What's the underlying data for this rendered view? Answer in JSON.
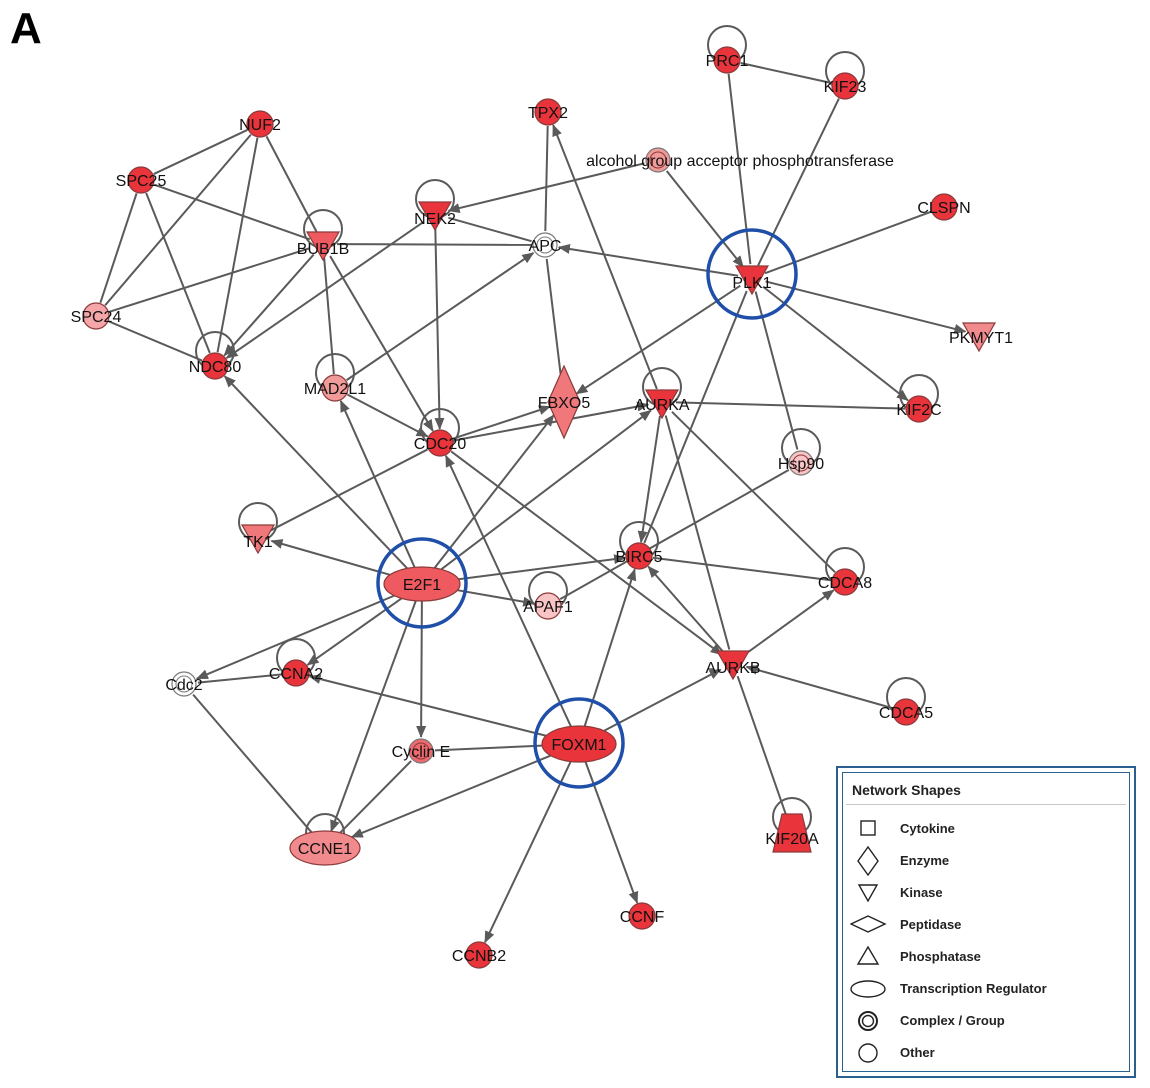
{
  "panel_label": "A",
  "nodes": [
    {
      "id": "PRC1",
      "label": "PRC1",
      "shape": "circle",
      "color": "#e8343a",
      "selfloop": true
    },
    {
      "id": "KIF23",
      "label": "KIF23",
      "shape": "circle",
      "color": "#e8343a",
      "selfloop": true
    },
    {
      "id": "TPX2",
      "label": "TPX2",
      "shape": "circle",
      "color": "#e8343a",
      "selfloop": false
    },
    {
      "id": "NUF2",
      "label": "NUF2",
      "shape": "circle",
      "color": "#e8343a",
      "selfloop": false
    },
    {
      "id": "SPC25",
      "label": "SPC25",
      "shape": "circle",
      "color": "#e8343a",
      "selfloop": false
    },
    {
      "id": "AGAP",
      "label": "alcohol group acceptor phosphotransferase",
      "shape": "complex",
      "color": "#f19a9a",
      "selfloop": false
    },
    {
      "id": "NEK2",
      "label": "NEK2",
      "shape": "kinase",
      "color": "#e8343a",
      "selfloop": true
    },
    {
      "id": "BUB1B",
      "label": "BUB1B",
      "shape": "kinase",
      "color": "#ee5a5f",
      "selfloop": true
    },
    {
      "id": "APC",
      "label": "APC",
      "shape": "complex",
      "color": "#ffffff",
      "selfloop": false
    },
    {
      "id": "PLK1",
      "label": "PLK1",
      "shape": "kinase",
      "color": "#e8343a",
      "selfloop": false,
      "highlight": true
    },
    {
      "id": "CLSPN",
      "label": "CLSPN",
      "shape": "circle",
      "color": "#e8343a",
      "selfloop": false
    },
    {
      "id": "SPC24",
      "label": "SPC24",
      "shape": "circle",
      "color": "#f4a6a8",
      "selfloop": false
    },
    {
      "id": "PKMYT1",
      "label": "PKMYT1",
      "shape": "kinase",
      "color": "#f08a8d",
      "selfloop": false
    },
    {
      "id": "NDC80",
      "label": "NDC80",
      "shape": "circle",
      "color": "#e8343a",
      "selfloop": true
    },
    {
      "id": "MAD2L1",
      "label": "MAD2L1",
      "shape": "circle",
      "color": "#f19a9a",
      "selfloop": true
    },
    {
      "id": "FBXO5",
      "label": "FBXO5",
      "shape": "enzyme",
      "color": "#f0787b",
      "selfloop": false
    },
    {
      "id": "AURKA",
      "label": "AURKA",
      "shape": "kinase",
      "color": "#e8343a",
      "selfloop": true
    },
    {
      "id": "KIF2C",
      "label": "KIF2C",
      "shape": "circle",
      "color": "#e8343a",
      "selfloop": true
    },
    {
      "id": "CDC20",
      "label": "CDC20",
      "shape": "circle",
      "color": "#e8343a",
      "selfloop": true
    },
    {
      "id": "Hsp90",
      "label": "Hsp90",
      "shape": "complex",
      "color": "#f8c4c6",
      "selfloop": true
    },
    {
      "id": "TK1",
      "label": "TK1",
      "shape": "kinase",
      "color": "#f0787b",
      "selfloop": true
    },
    {
      "id": "E2F1",
      "label": "E2F1",
      "shape": "ellipse",
      "color": "#ee5a5f",
      "selfloop": false,
      "highlight": true
    },
    {
      "id": "BIRC5",
      "label": "BIRC5",
      "shape": "circle",
      "color": "#e8343a",
      "selfloop": true
    },
    {
      "id": "APAF1",
      "label": "APAF1",
      "shape": "circle",
      "color": "#f8c4c6",
      "selfloop": true
    },
    {
      "id": "CDCA8",
      "label": "CDCA8",
      "shape": "circle",
      "color": "#e8343a",
      "selfloop": true
    },
    {
      "id": "Cdc2",
      "label": "Cdc2",
      "shape": "complex",
      "color": "#ffffff",
      "selfloop": false
    },
    {
      "id": "CCNA2",
      "label": "CCNA2",
      "shape": "circle",
      "color": "#e8343a",
      "selfloop": true
    },
    {
      "id": "AURKB",
      "label": "AURKB",
      "shape": "kinase",
      "color": "#e8343a",
      "selfloop": false
    },
    {
      "id": "CDCA5",
      "label": "CDCA5",
      "shape": "circle",
      "color": "#e8343a",
      "selfloop": true
    },
    {
      "id": "CyclinE",
      "label": "Cyclin E",
      "shape": "complex",
      "color": "#ee6a6e",
      "selfloop": false
    },
    {
      "id": "FOXM1",
      "label": "FOXM1",
      "shape": "ellipse",
      "color": "#e8343a",
      "selfloop": false,
      "highlight": true
    },
    {
      "id": "KIF20A",
      "label": "KIF20A",
      "shape": "phosphatase",
      "color": "#e8343a",
      "selfloop": true
    },
    {
      "id": "CCNE1",
      "label": "CCNE1",
      "shape": "ellipse",
      "color": "#f08a8d",
      "selfloop": true
    },
    {
      "id": "CCNF",
      "label": "CCNF",
      "shape": "circle",
      "color": "#e8343a",
      "selfloop": false
    },
    {
      "id": "CCNB2",
      "label": "CCNB2",
      "shape": "circle",
      "color": "#e8343a",
      "selfloop": false
    }
  ],
  "edges": [
    {
      "source": "PRC1",
      "target": "KIF23",
      "arrow": false
    },
    {
      "source": "PRC1",
      "target": "PLK1",
      "arrow": false
    },
    {
      "source": "KIF23",
      "target": "PLK1",
      "arrow": false
    },
    {
      "source": "NUF2",
      "target": "SPC25",
      "arrow": false
    },
    {
      "source": "NUF2",
      "target": "SPC24",
      "arrow": false
    },
    {
      "source": "NUF2",
      "target": "NDC80",
      "arrow": false
    },
    {
      "source": "NUF2",
      "target": "BUB1B",
      "arrow": false
    },
    {
      "source": "SPC25",
      "target": "SPC24",
      "arrow": false
    },
    {
      "source": "SPC25",
      "target": "NDC80",
      "arrow": false
    },
    {
      "source": "SPC25",
      "target": "BUB1B",
      "arrow": false
    },
    {
      "source": "SPC24",
      "target": "NDC80",
      "arrow": false
    },
    {
      "source": "SPC24",
      "target": "BUB1B",
      "arrow": false
    },
    {
      "source": "BUB1B",
      "target": "APC",
      "arrow": false
    },
    {
      "source": "BUB1B",
      "target": "NDC80",
      "arrow": true
    },
    {
      "source": "BUB1B",
      "target": "MAD2L1",
      "arrow": false
    },
    {
      "source": "BUB1B",
      "target": "CDC20",
      "arrow": true
    },
    {
      "source": "NEK2",
      "target": "NDC80",
      "arrow": true
    },
    {
      "source": "NEK2",
      "target": "CDC20",
      "arrow": true
    },
    {
      "source": "NEK2",
      "target": "APC",
      "arrow": false
    },
    {
      "source": "AGAP",
      "target": "NEK2",
      "arrow": true
    },
    {
      "source": "AGAP",
      "target": "PLK1",
      "arrow": true
    },
    {
      "source": "APC",
      "target": "TPX2",
      "arrow": false
    },
    {
      "source": "APC",
      "target": "FBXO5",
      "arrow": false
    },
    {
      "source": "MAD2L1",
      "target": "APC",
      "arrow": true
    },
    {
      "source": "MAD2L1",
      "target": "CDC20",
      "arrow": true
    },
    {
      "source": "PLK1",
      "target": "APC",
      "arrow": true
    },
    {
      "source": "PLK1",
      "target": "CLSPN",
      "arrow": false
    },
    {
      "source": "PLK1",
      "target": "PKMYT1",
      "arrow": true
    },
    {
      "source": "PLK1",
      "target": "KIF2C",
      "arrow": true
    },
    {
      "source": "PLK1",
      "target": "FBXO5",
      "arrow": true
    },
    {
      "source": "PLK1",
      "target": "Hsp90",
      "arrow": false
    },
    {
      "source": "PLK1",
      "target": "BIRC5",
      "arrow": false
    },
    {
      "source": "AURKA",
      "target": "TPX2",
      "arrow": true
    },
    {
      "source": "AURKA",
      "target": "KIF2C",
      "arrow": false
    },
    {
      "source": "AURKA",
      "target": "CDCA8",
      "arrow": false
    },
    {
      "source": "AURKA",
      "target": "BIRC5",
      "arrow": true
    },
    {
      "source": "AURKA",
      "target": "AURKB",
      "arrow": false
    },
    {
      "source": "CDC20",
      "target": "FBXO5",
      "arrow": true
    },
    {
      "source": "CDC20",
      "target": "AURKA",
      "arrow": true
    },
    {
      "source": "CDC20",
      "target": "TK1",
      "arrow": false
    },
    {
      "source": "CDC20",
      "target": "AURKB",
      "arrow": true
    },
    {
      "source": "E2F1",
      "target": "NDC80",
      "arrow": true
    },
    {
      "source": "E2F1",
      "target": "MAD2L1",
      "arrow": true
    },
    {
      "source": "E2F1",
      "target": "TK1",
      "arrow": true
    },
    {
      "source": "E2F1",
      "target": "FBXO5",
      "arrow": true
    },
    {
      "source": "E2F1",
      "target": "AURKA",
      "arrow": true
    },
    {
      "source": "E2F1",
      "target": "BIRC5",
      "arrow": true
    },
    {
      "source": "E2F1",
      "target": "APAF1",
      "arrow": true
    },
    {
      "source": "E2F1",
      "target": "Cdc2",
      "arrow": true
    },
    {
      "source": "E2F1",
      "target": "CCNA2",
      "arrow": true
    },
    {
      "source": "E2F1",
      "target": "CyclinE",
      "arrow": true
    },
    {
      "source": "E2F1",
      "target": "CCNE1",
      "arrow": true
    },
    {
      "source": "Hsp90",
      "target": "APAF1",
      "arrow": false
    },
    {
      "source": "BIRC5",
      "target": "CDCA8",
      "arrow": false
    },
    {
      "source": "AURKB",
      "target": "BIRC5",
      "arrow": true
    },
    {
      "source": "AURKB",
      "target": "CDCA8",
      "arrow": true
    },
    {
      "source": "AURKB",
      "target": "KIF20A",
      "arrow": false
    },
    {
      "source": "CDCA5",
      "target": "AURKB",
      "arrow": true
    },
    {
      "source": "CCNA2",
      "target": "Cdc2",
      "arrow": false
    },
    {
      "source": "Cdc2",
      "target": "CCNE1",
      "arrow": false
    },
    {
      "source": "CyclinE",
      "target": "CCNE1",
      "arrow": false
    },
    {
      "source": "FOXM1",
      "target": "CDC20",
      "arrow": true
    },
    {
      "source": "FOXM1",
      "target": "BIRC5",
      "arrow": true
    },
    {
      "source": "FOXM1",
      "target": "AURKB",
      "arrow": true
    },
    {
      "source": "FOXM1",
      "target": "CCNA2",
      "arrow": true
    },
    {
      "source": "FOXM1",
      "target": "CyclinE",
      "arrow": false
    },
    {
      "source": "FOXM1",
      "target": "CCNE1",
      "arrow": true
    },
    {
      "source": "FOXM1",
      "target": "CCNF",
      "arrow": true
    },
    {
      "source": "FOXM1",
      "target": "CCNB2",
      "arrow": true
    }
  ],
  "legend": {
    "title": "Network Shapes",
    "items": [
      {
        "shape": "square",
        "label": "Cytokine"
      },
      {
        "shape": "diamond",
        "label": "Enzyme"
      },
      {
        "shape": "kinase",
        "label": "Kinase"
      },
      {
        "shape": "peptidase",
        "label": "Peptidase"
      },
      {
        "shape": "triangle",
        "label": "Phosphatase"
      },
      {
        "shape": "ellipse",
        "label": "Transcription Regulator"
      },
      {
        "shape": "complex",
        "label": "Complex / Group"
      },
      {
        "shape": "circle",
        "label": "Other"
      }
    ]
  }
}
